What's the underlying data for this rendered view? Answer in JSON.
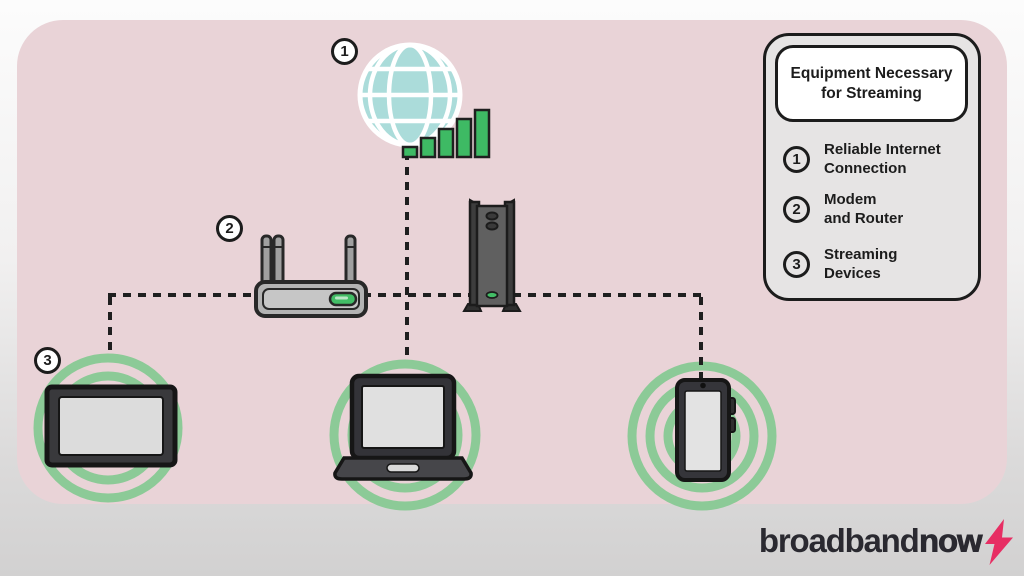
{
  "legend": {
    "title": "Equipment Necessary for Streaming",
    "items": [
      {
        "number": "1",
        "line1": "Reliable Internet",
        "line2": "Connection"
      },
      {
        "number": "2",
        "line1": "Modem",
        "line2": "and Router"
      },
      {
        "number": "3",
        "line1": "Streaming",
        "line2": "Devices"
      }
    ]
  },
  "diagram": {
    "badges": [
      "1",
      "2",
      "3"
    ],
    "icons": [
      "globe-icon",
      "signal-bars-icon",
      "router-icon",
      "modem-icon",
      "tv-icon",
      "laptop-icon",
      "smartphone-icon",
      "wifi-rings-icon"
    ]
  },
  "logo": {
    "regular": "broadband",
    "bold": "now"
  },
  "colors": {
    "canvas_pink": "#e9d3d7",
    "signal_green": "#3eba64",
    "ring_green": "#8cca97",
    "globe_teal": "#abdcda",
    "bolt_pink": "#e72e63",
    "outline": "#1c1c1c",
    "legend_bg": "#e6e4e4"
  }
}
